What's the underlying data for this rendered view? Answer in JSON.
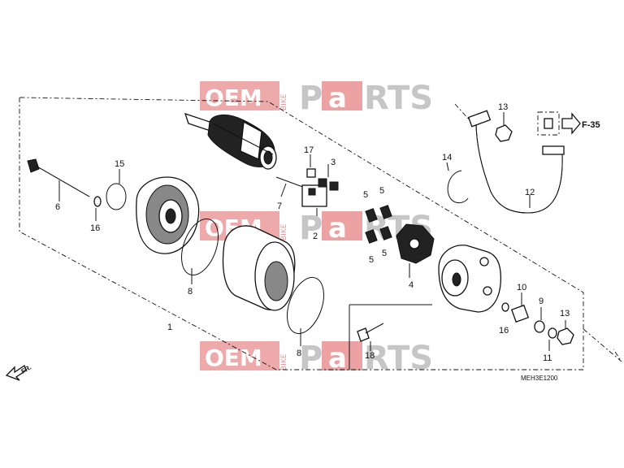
{
  "watermark": {
    "oem": "OEM",
    "bike": "BIKE",
    "p": "P",
    "a": "a",
    "rts": "RTS"
  },
  "callouts": {
    "c1": "1",
    "c2": "2",
    "c3": "3",
    "c4": "4",
    "c5a": "5",
    "c5b": "5",
    "c5c": "5",
    "c5d": "5",
    "c6": "6",
    "c7": "7",
    "c8a": "8",
    "c8b": "8",
    "c9": "9",
    "c10": "10",
    "c11": "11",
    "c12": "12",
    "c13a": "13",
    "c13b": "13",
    "c14": "14",
    "c15": "15",
    "c16a": "16",
    "c16b": "16",
    "c17": "17",
    "c18": "18"
  },
  "ref": {
    "f35": "F-35",
    "front": "FR."
  },
  "diagram_code": "MEH3E1200",
  "colors": {
    "watermark_red": "#e06464",
    "watermark_gray": "#b8b8b8",
    "ink": "#111111"
  }
}
